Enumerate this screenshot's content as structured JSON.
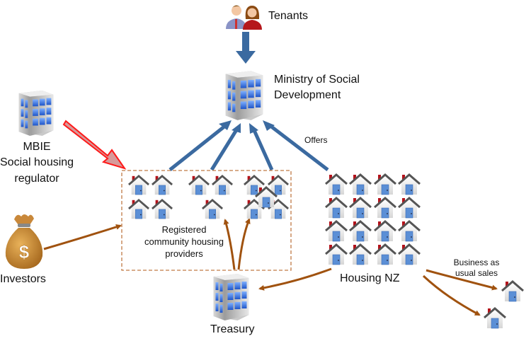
{
  "nodes": {
    "tenants": {
      "label": "Tenants",
      "icon": "people-icon"
    },
    "msd": {
      "label_line1": "Ministry of Social",
      "label_line2": "Development",
      "icon": "building-icon"
    },
    "mbie": {
      "label_line1": "MBIE",
      "label_line2": "Social housing",
      "label_line3": "regulator",
      "icon": "building-icon"
    },
    "investors": {
      "label": "Investors",
      "icon": "money-bag-icon"
    },
    "chp": {
      "label_line1": "Registered",
      "label_line2": "community housing",
      "label_line3": "providers",
      "icon": "house-icon"
    },
    "treasury": {
      "label": "Treasury",
      "icon": "building-icon"
    },
    "hnz": {
      "label": "Housing NZ",
      "icon": "house-icon"
    }
  },
  "edges": {
    "offers_label": "Offers",
    "sales_label_line1": "Business as",
    "sales_label_line2": "usual sales"
  },
  "colors": {
    "blue_arrow": "#3b6aa0",
    "brown_arrow": "#a0520f",
    "red_arrow_fill": "#d79a9a",
    "red_arrow_stroke": "#ff1a1a",
    "box_dash": "#c07a45",
    "window_blue": "#2e6fd8",
    "chimney": "#b3121a"
  }
}
